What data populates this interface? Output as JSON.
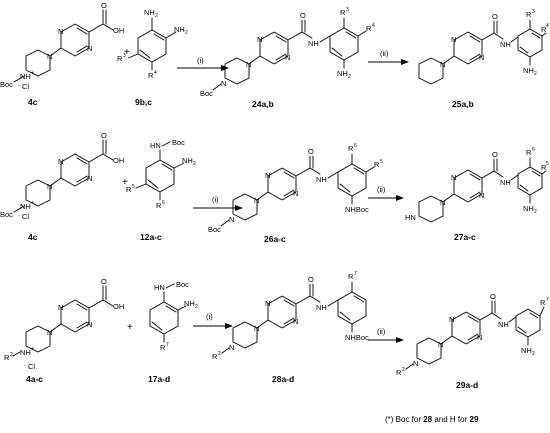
{
  "rows": [
    {
      "compounds": [
        {
          "label": "4c"
        },
        {
          "label": "9b,c"
        },
        {
          "label": "24a,b"
        },
        {
          "label": "25a,b"
        }
      ],
      "conditions": [
        "(i)",
        "(ii)"
      ],
      "atoms": {
        "oh": "OH",
        "o": "O",
        "n": "N",
        "nh": "NH",
        "plus": "+",
        "boc": "Boc",
        "cl": "Cl",
        "nh2": "NH",
        "sub2": "2",
        "h": "H",
        "r3": "R",
        "r3sup": "3",
        "r4": "R",
        "r4sup": "4"
      }
    },
    {
      "compounds": [
        {
          "label": "4c"
        },
        {
          "label": "12a-c"
        },
        {
          "label": "26a-c"
        },
        {
          "label": "27a-c"
        }
      ],
      "conditions": [
        "(i)",
        "(ii)"
      ],
      "atoms": {
        "nhboc": "HN",
        "boc": "Boc",
        "nhboc2": "NHBoc",
        "nh2": "NH",
        "sub2": "2",
        "r5": "R",
        "r5sup": "5",
        "r6": "R",
        "r6sup": "6",
        "hn": "HN"
      }
    },
    {
      "compounds": [
        {
          "label": "4a-c"
        },
        {
          "label": "17a-d"
        },
        {
          "label": "28a-d"
        },
        {
          "label": "29a-d"
        }
      ],
      "conditions": [
        "(i)",
        "(ii)"
      ],
      "atoms": {
        "r2": "R",
        "r2sup": "2",
        "r7": "R",
        "r7sup": "7"
      }
    }
  ],
  "plus_sign": "+",
  "footnote": {
    "prefix": "(*) Boc for ",
    "c1": "28",
    "mid": " and H for ",
    "c2": "29"
  }
}
